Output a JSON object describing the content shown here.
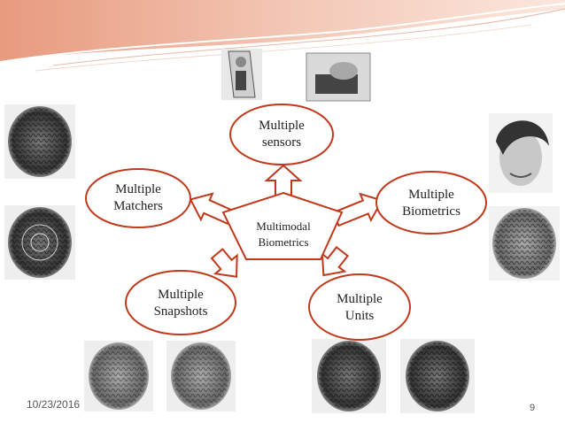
{
  "center": {
    "line1": "Multimodal",
    "line2": "Biometrics"
  },
  "nodes": {
    "sensors": {
      "line1": "Multiple",
      "line2": "sensors"
    },
    "matchers": {
      "line1": "Multiple",
      "line2": "Matchers"
    },
    "biometrics": {
      "line1": "Multiple",
      "line2": "Biometrics"
    },
    "snapshots": {
      "line1": "Multiple",
      "line2": "Snapshots"
    },
    "units": {
      "line1": "Multiple",
      "line2": "Units"
    }
  },
  "footer": {
    "date": "10/23/2016",
    "page": "9"
  },
  "colors": {
    "accent": "#c0391b",
    "banner_light": "#f6d6c8",
    "banner_mid": "#e9a58a"
  },
  "images": [
    "fingerprint-sensor-icon",
    "fingerprint-scanner-icon",
    "fingerprint-image-icon",
    "fingerprint-image-icon",
    "face-photo-icon",
    "fingerprint-image-icon",
    "fingerprint-image-icon",
    "fingerprint-image-icon",
    "fingerprint-image-icon",
    "fingerprint-image-icon"
  ]
}
